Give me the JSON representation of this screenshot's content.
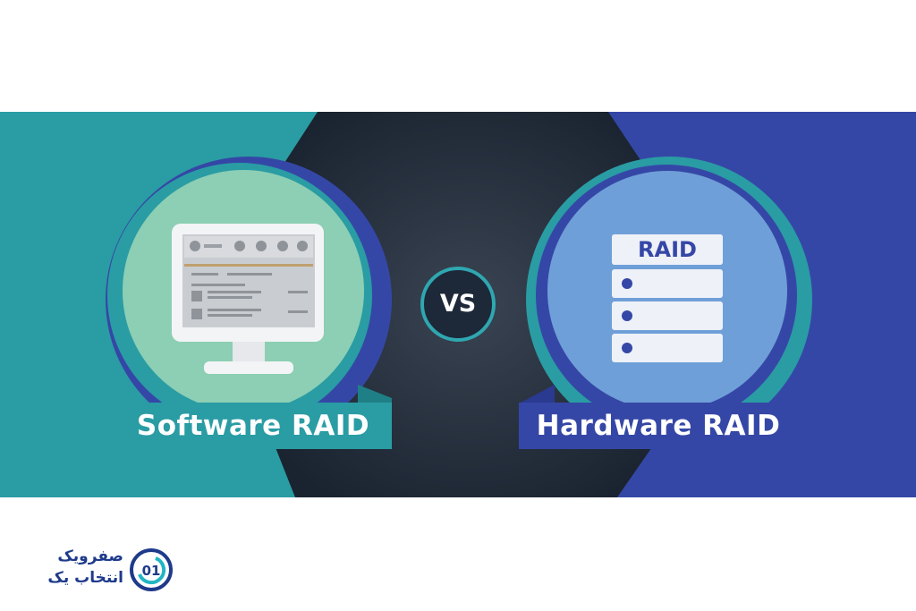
{
  "left_caption": "Software RAID",
  "right_caption": "Hardware RAID",
  "vs_label": "VS",
  "raid_label": "RAID",
  "logo": {
    "line1": "صفرویک",
    "line2": "انتخاب یک",
    "mark": "01"
  },
  "colors": {
    "teal": "#2a9ca4",
    "dark": "#1d2838",
    "blue": "#3547a6",
    "mint": "#8ccfb4",
    "light_blue": "#6f9fd8"
  }
}
